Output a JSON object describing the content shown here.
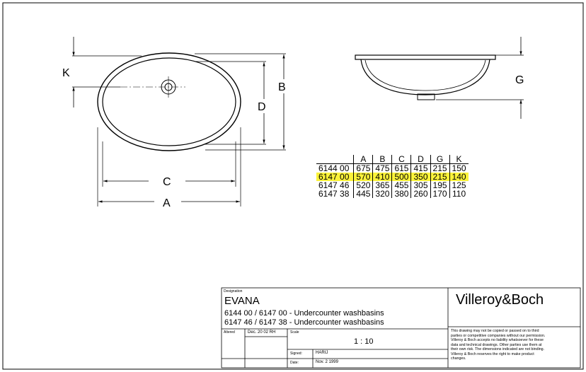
{
  "plan_view": {
    "labels": {
      "K": "K",
      "D": "D",
      "B": "B",
      "C": "C",
      "A": "A"
    }
  },
  "side_view": {
    "labels": {
      "G": "G"
    }
  },
  "dimension_table": {
    "columns": [
      "A",
      "B",
      "C",
      "D",
      "G",
      "K"
    ],
    "rows": [
      {
        "code": "6144 00",
        "values": [
          "675",
          "475",
          "615",
          "415",
          "215",
          "150"
        ],
        "highlighted": false
      },
      {
        "code": "6147 00",
        "values": [
          "570",
          "410",
          "500",
          "350",
          "215",
          "140"
        ],
        "highlighted": true
      },
      {
        "code": "6147 46",
        "values": [
          "520",
          "365",
          "455",
          "305",
          "195",
          "125"
        ],
        "highlighted": false
      },
      {
        "code": "6147 38",
        "values": [
          "445",
          "320",
          "380",
          "260",
          "170",
          "110"
        ],
        "highlighted": false
      }
    ],
    "highlight_color": "#fbf33a"
  },
  "title_block": {
    "designation_label": "Designation",
    "product_name": "EVANA",
    "line1": "6144 00 / 6147 00 - Undercounter washbasins",
    "line2": "6147 46 / 6147 38 - Undercounter washbasins",
    "brand": "Villeroy&Boch",
    "altered_label": "Altered",
    "altered_value": "Dec. 20 02 RH",
    "scale_label": "Scale",
    "scale_value": "1 : 10",
    "signed_label": "Signed:",
    "signed_value": "HARIJ",
    "date_label": "Date:",
    "date_value": "Nov. 2 1999",
    "disclaimer": [
      "This drawing may not be copied or passed on to third",
      "parties or competitive companies  without our permission.",
      "Villeroy & Boch accepts no liability whatsoever for these",
      "data and technical drawings. Other parties use them  at",
      "their own risk. The dimensions indicated are not binding.",
      "Villeroy & Boch reserves the right to make product",
      "changes."
    ]
  }
}
